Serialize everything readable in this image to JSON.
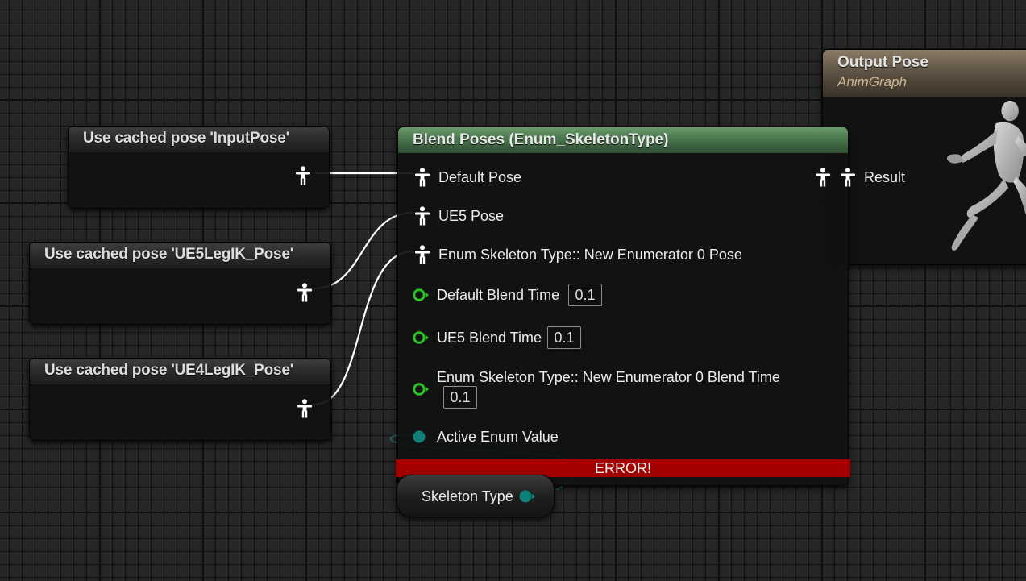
{
  "nodes": {
    "cached_input": {
      "title": "Use cached pose 'InputPose'"
    },
    "cached_ue5": {
      "title": "Use cached pose 'UE5LegIK_Pose'"
    },
    "cached_ue4": {
      "title": "Use cached pose 'UE4LegIK_Pose'"
    },
    "blend": {
      "title": "Blend Poses (Enum_SkeletonType)",
      "pins": {
        "default_pose": "Default Pose",
        "ue5_pose": "UE5 Pose",
        "enum0_pose": "Enum Skeleton Type:: New Enumerator 0 Pose",
        "default_blend_time": "Default Blend Time",
        "default_blend_time_value": "0.1",
        "ue5_blend_time": "UE5 Blend Time",
        "ue5_blend_time_value": "0.1",
        "enum0_blend_time": "Enum Skeleton Type:: New Enumerator 0 Blend Time",
        "enum0_blend_time_value": "0.1",
        "active_enum_value": "Active Enum Value",
        "result": "Result"
      },
      "error": "ERROR!"
    },
    "skeleton_type": {
      "label": "Skeleton Type"
    },
    "output_pose": {
      "title": "Output Pose",
      "subtitle": "AnimGraph"
    }
  },
  "colors": {
    "exec_pin": "#2fbf26",
    "enum_pin": "#12807a",
    "blend_header": "#4d7a50",
    "output_header": "#5f5444",
    "error": "#a40000",
    "wire": "#ffffff"
  },
  "icons": {
    "pose_pin": "person-pose-icon",
    "float_pin": "float-pin-icon",
    "enum_pin": "enum-pin-icon"
  }
}
